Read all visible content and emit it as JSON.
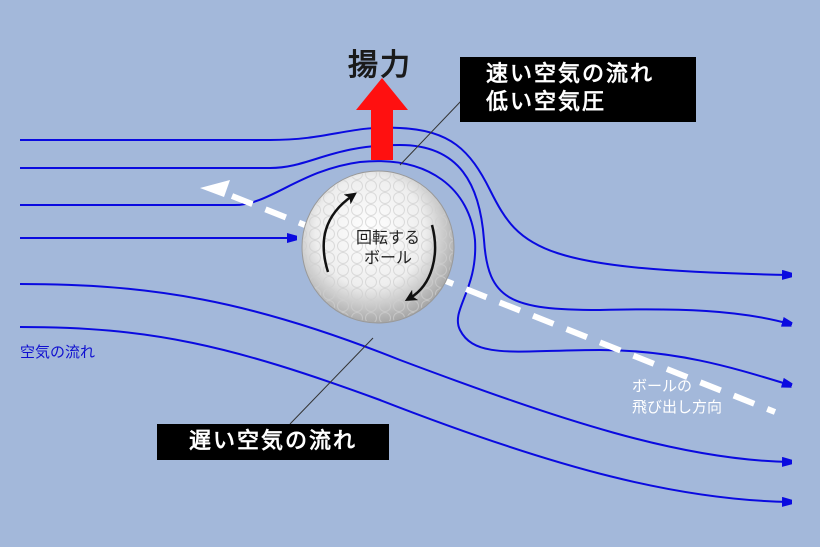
{
  "diagram": {
    "title": "Magnus effect on a spinning golf ball",
    "background_color": "#a3b8da",
    "streamline_color": "#0a0ae0",
    "lift_arrow_color": "#ff1010"
  },
  "labels": {
    "lift": "揚力",
    "fast_flow_line1": "速い空気の流れ",
    "fast_flow_line2": "低い空気圧",
    "slow_flow": "遅い空気の流れ",
    "spin_line1": "回転する",
    "spin_line2": "ボール",
    "air_flow": "空気の流れ",
    "launch_line1": "ボールの",
    "launch_line2": "飛び出し方向"
  },
  "icons": {
    "lift_arrow": "arrow-up-icon",
    "spin_arrows": "rotate-clockwise-icon",
    "launch_direction": "dashed-arrow-icon"
  }
}
